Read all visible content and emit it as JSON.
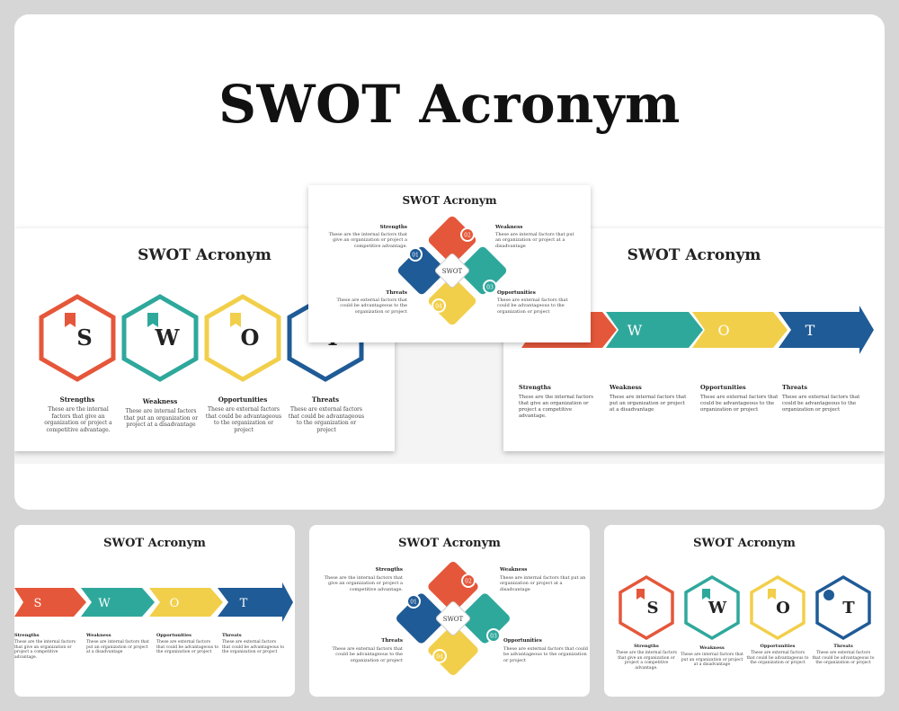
{
  "page_title": "SWOT Acronym",
  "slide_title": "SWOT Acronym",
  "letters": [
    "S",
    "W",
    "O",
    "T"
  ],
  "center_label": "SWOT",
  "colors": {
    "red": "#e5573a",
    "teal": "#2fa89c",
    "yellow": "#f2cf4a",
    "blue": "#1f5b96"
  },
  "items": [
    {
      "name": "Strengths",
      "num": "01",
      "desc": "These are the internal factors that give an organization or project a competitive advantage."
    },
    {
      "name": "Weakness",
      "num": "02",
      "desc": "These are internal factors that put an organization or project at a disadvantage"
    },
    {
      "name": "Opportunities",
      "num": "03",
      "desc": "These are external factors that could be advantageous to the organization or project"
    },
    {
      "name": "Threats",
      "num": "04",
      "desc": "These are external factors that could be advantageous to the organization or project"
    }
  ]
}
